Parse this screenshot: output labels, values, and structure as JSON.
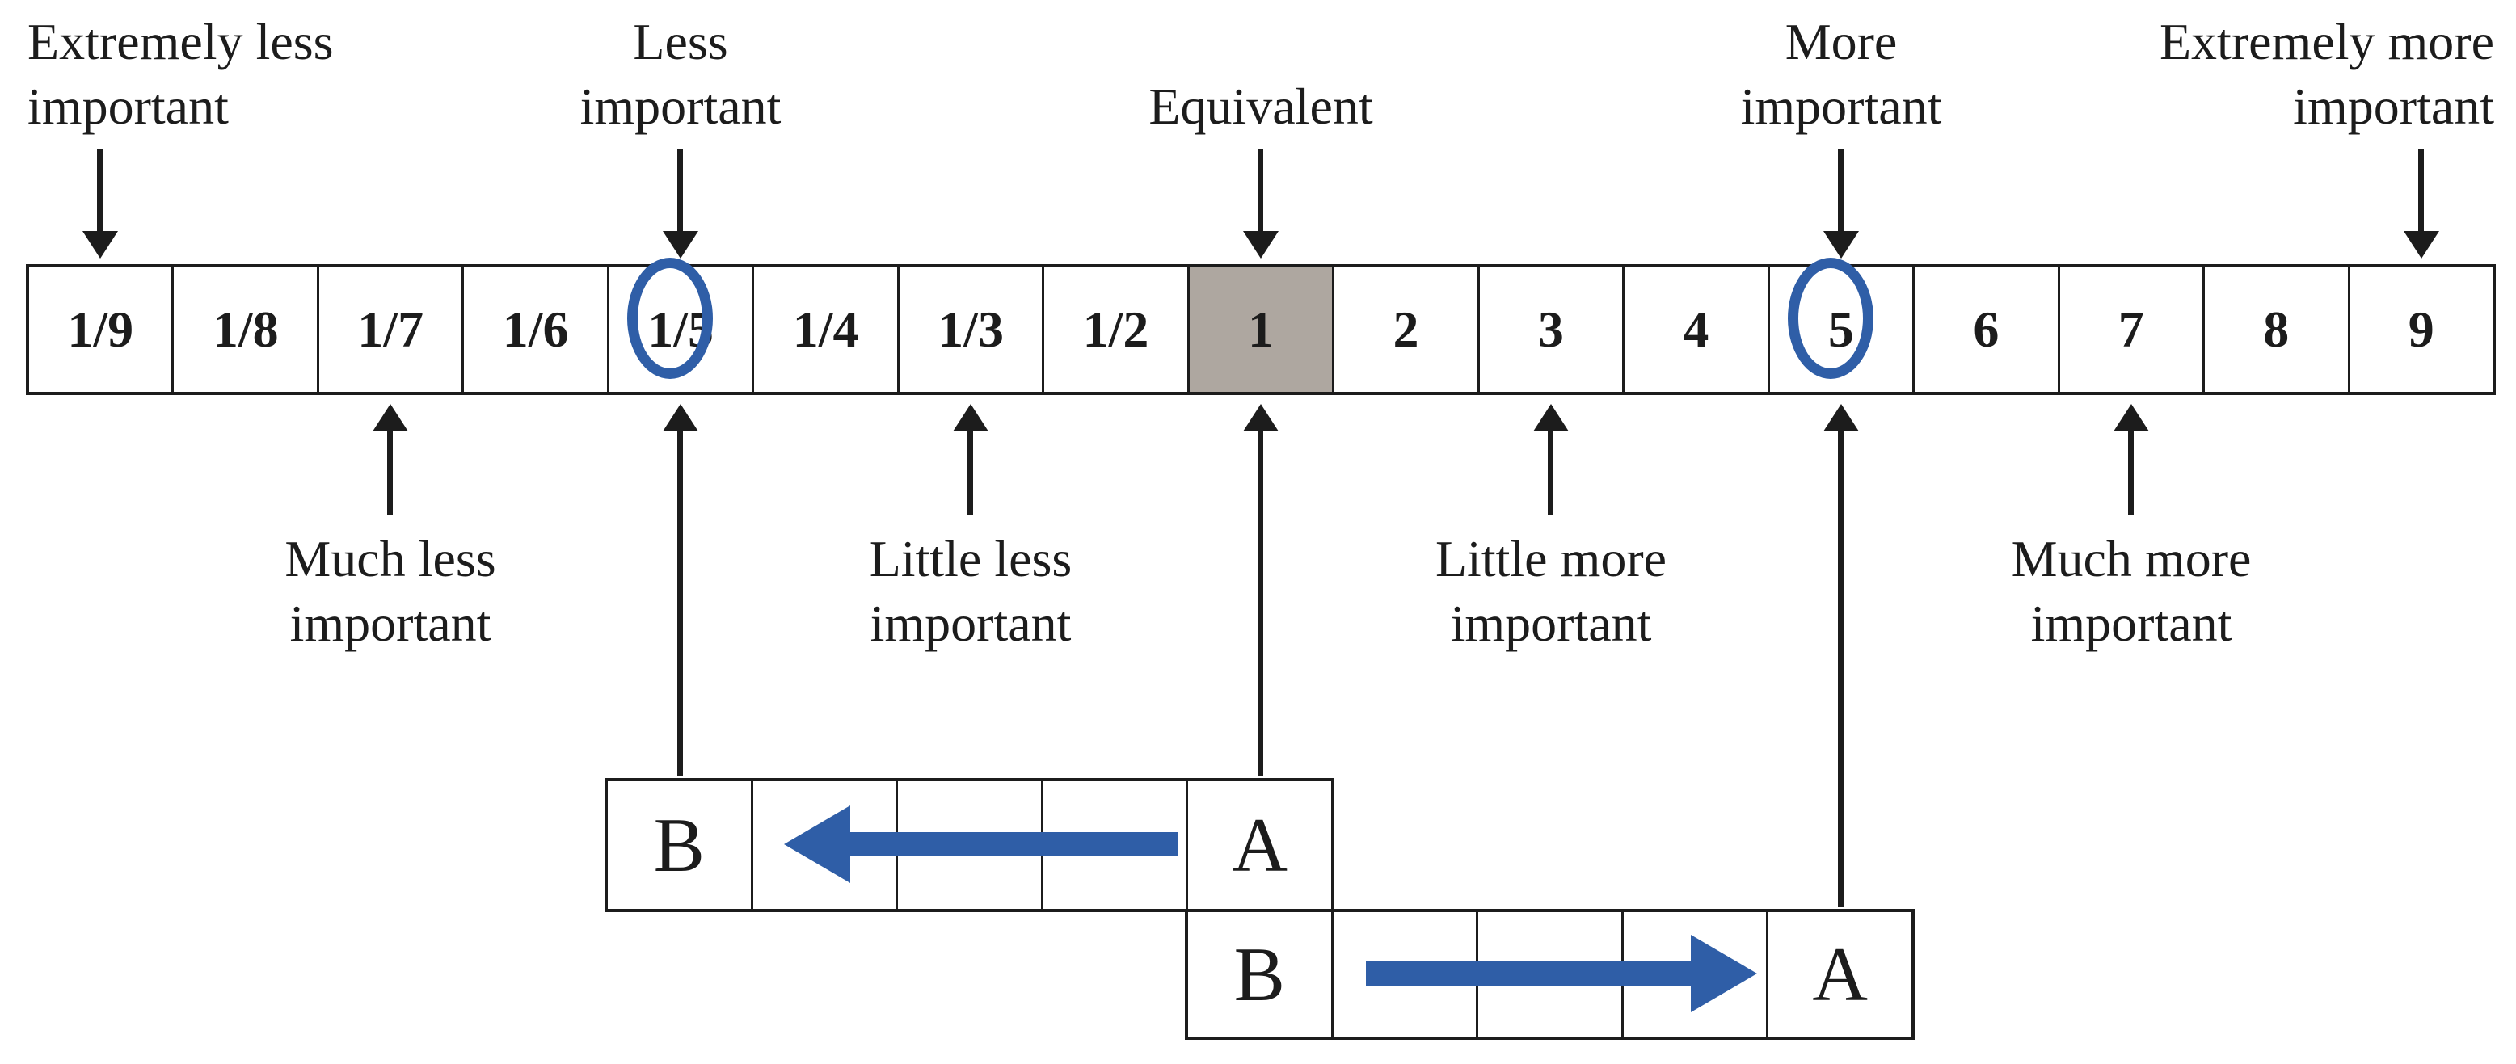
{
  "colors": {
    "ink": "#1c1c1c",
    "accent_blue": "#2f5ea7",
    "cell_gray": "#aea7a0",
    "background": "#ffffff"
  },
  "scale": {
    "cells": [
      {
        "label": "1/9"
      },
      {
        "label": "1/8"
      },
      {
        "label": "1/7"
      },
      {
        "label": "1/6"
      },
      {
        "label": "1/5"
      },
      {
        "label": "1/4"
      },
      {
        "label": "1/3"
      },
      {
        "label": "1/2"
      },
      {
        "label": "1"
      },
      {
        "label": "2"
      },
      {
        "label": "3"
      },
      {
        "label": "4"
      },
      {
        "label": "5"
      },
      {
        "label": "6"
      },
      {
        "label": "7"
      },
      {
        "label": "8"
      },
      {
        "label": "9"
      }
    ],
    "highlighted_value": "1",
    "circled_values": [
      "1/5",
      "5"
    ]
  },
  "labels_above": [
    {
      "line1": "Extremely less",
      "line2": "important",
      "points_to": "1/9"
    },
    {
      "line1": "Less",
      "line2": "important",
      "points_to": "1/5"
    },
    {
      "line1": "Equivalent",
      "line2": "",
      "points_to": "1"
    },
    {
      "line1": "More",
      "line2": "important",
      "points_to": "5"
    },
    {
      "line1": "Extremely more",
      "line2": "important",
      "points_to": "9"
    }
  ],
  "labels_below": [
    {
      "line1": "Much less",
      "line2": "important",
      "points_to": "1/7"
    },
    {
      "line1": "Little less",
      "line2": "important",
      "points_to": "1/3"
    },
    {
      "line1": "Little more",
      "line2": "important",
      "points_to": "3"
    },
    {
      "line1": "Much more",
      "line2": "important",
      "points_to": "7"
    }
  ],
  "comparison_rows": [
    {
      "left_cell": "B",
      "right_cell": "A",
      "shaded_cell": "A",
      "arrow_direction": "left",
      "left_cell_points_to": "1/5",
      "right_cell_points_to": "1"
    },
    {
      "left_cell": "B",
      "right_cell": "A",
      "shaded_cell": "B",
      "arrow_direction": "right",
      "right_cell_points_to": "5"
    }
  ]
}
